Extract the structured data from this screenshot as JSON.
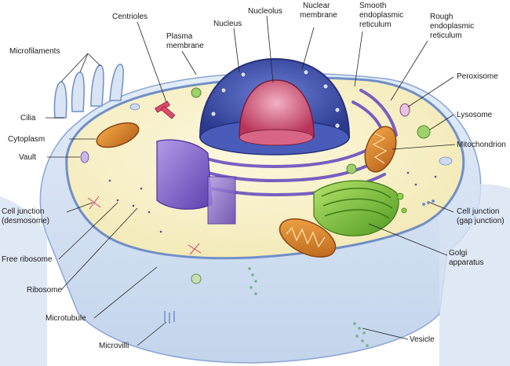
{
  "diagram": {
    "labels": {
      "microfilaments": "Microfilaments",
      "centrioles": "Centrioles",
      "plasma_membrane_1": "Plasma",
      "plasma_membrane_2": "membrane",
      "nucleus": "Nucleus",
      "nucleolus": "Nucleolus",
      "nuclear_membrane_1": "Nuclear",
      "nuclear_membrane_2": "membrane",
      "smooth_er_1": "Smooth",
      "smooth_er_2": "endoplasmic",
      "smooth_er_3": "reticulum",
      "rough_er_1": "Rough",
      "rough_er_2": "endoplasmic",
      "rough_er_3": "reticulum",
      "peroxisome": "Peroxisome",
      "lysosome": "Lysosome",
      "mitochondrion": "Mitochondrion",
      "cilia": "Cilia",
      "cytoplasm": "Cytoplasm",
      "vault": "Vault",
      "cell_junction_desmosome_1": "Cell junction",
      "cell_junction_desmosome_2": "(desmosome)",
      "free_ribosome": "Free ribosome",
      "ribosome": "Ribosome",
      "microtubule": "Microtubule",
      "microvilli": "Microvilli",
      "cell_junction_gap_1": "Cell junction",
      "cell_junction_gap_2": "(gap junction)",
      "golgi_1": "Golgi",
      "golgi_2": "apparatus",
      "vesicle": "Vesicle"
    },
    "colors": {
      "background": "#ffffff",
      "outer_cell": "#cfdcef",
      "cytoplasm": "#faf3cf",
      "membrane": "#6f8fc7",
      "nucleus": "#3b4fa8",
      "nucleolus": "#c94a6b",
      "er": "#7a5fc4",
      "golgi": "#7cbf3a",
      "mitochondrion": "#e08b2a",
      "lysosome": "#8fc26a",
      "label_text": "#1a1a1a"
    }
  }
}
